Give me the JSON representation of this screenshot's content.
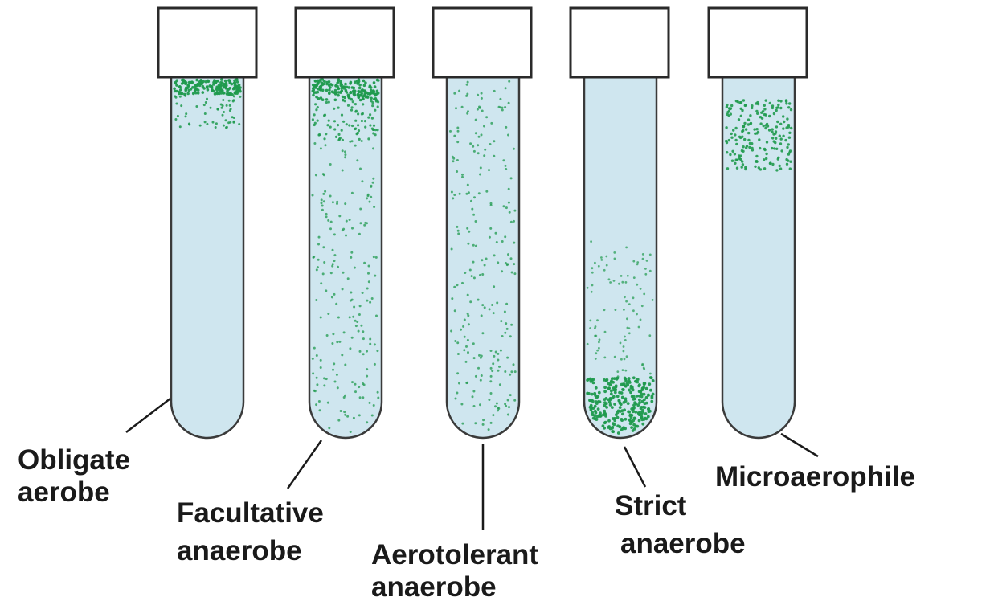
{
  "tubes": [
    {
      "id": "obligate-aerobe",
      "label_lines": [
        "Obligate",
        "aerobe"
      ],
      "growth": "dense at top surface only"
    },
    {
      "id": "facultative-anaerobe",
      "label_lines": [
        "Facultative",
        "anaerobe"
      ],
      "growth": "dense at top, scattered throughout"
    },
    {
      "id": "aerotolerant-anaerobe",
      "label_lines": [
        "Aerotolerant",
        "anaerobe"
      ],
      "growth": "evenly scattered throughout"
    },
    {
      "id": "strict-anaerobe",
      "label_lines": [
        "Strict",
        "anaerobe"
      ],
      "growth": "dense at bottom, sparse in lower half"
    },
    {
      "id": "microaerophile",
      "label_lines": [
        "Microaerophile"
      ],
      "growth": "band slightly below top"
    }
  ],
  "colors": {
    "medium": "#cfe6ef",
    "growth": "#1f9a4d",
    "outline": "#3a3a3a",
    "text": "#1a1a1a"
  }
}
